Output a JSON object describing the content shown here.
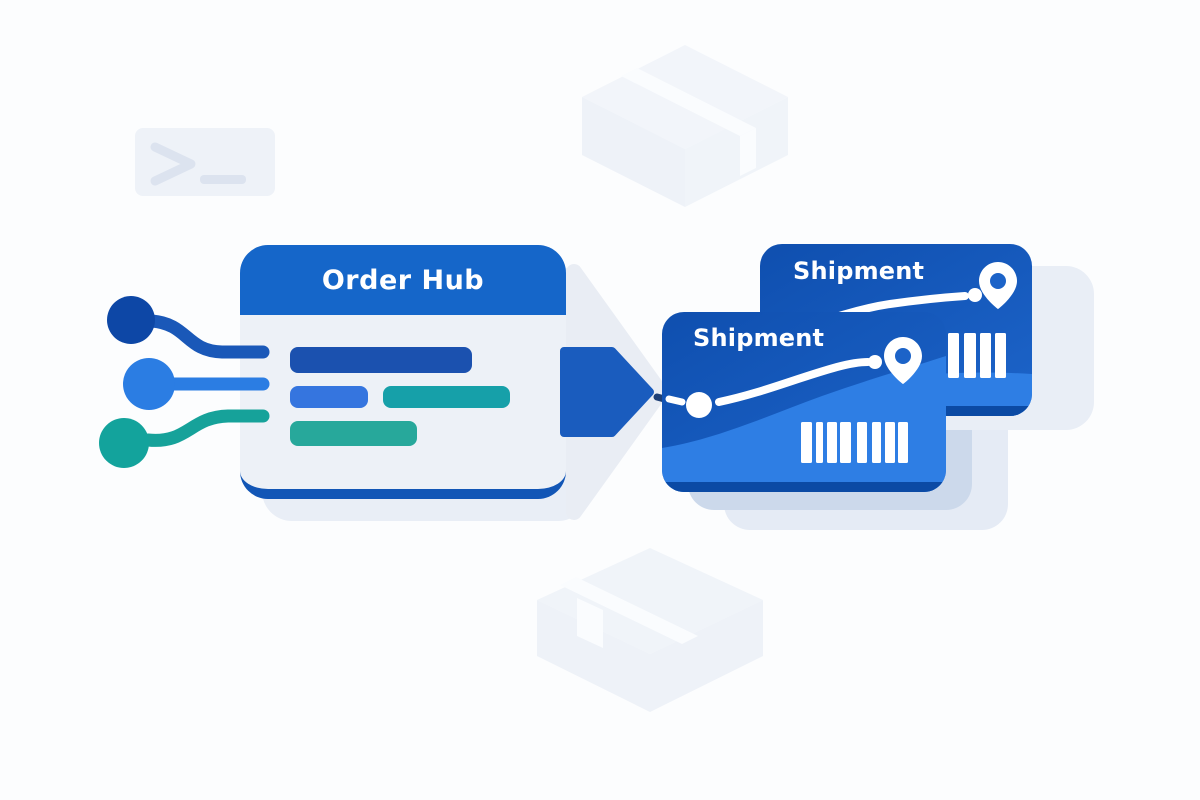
{
  "illustration": {
    "description": "Order Hub to Shipment flow illustration",
    "order_hub": {
      "title": "Order Hub",
      "rows": [
        {
          "bars": [
            {
              "color_key": "bar_dark_blue",
              "width": 182
            }
          ]
        },
        {
          "bars": [
            {
              "color_key": "bar_blue",
              "width": 78
            },
            {
              "color_key": "bar_teal",
              "width": 127
            }
          ]
        },
        {
          "bars": [
            {
              "color_key": "bar_teal_2",
              "width": 127
            }
          ]
        }
      ]
    },
    "shipment_cards": [
      {
        "title": "Shipment",
        "position": "front",
        "icons": [
          "route-icon",
          "location-pin-icon",
          "barcode-icon"
        ]
      },
      {
        "title": "Shipment",
        "position": "back",
        "icons": [
          "route-icon",
          "location-pin-icon",
          "barcode-icon"
        ]
      }
    ],
    "input_nodes": [
      {
        "color": "#0d47a6"
      },
      {
        "color": "#2b7de3"
      },
      {
        "color": "#13a39c"
      }
    ],
    "background_icons": [
      "terminal-icon",
      "package-box-icon",
      "package-box-icon"
    ]
  },
  "palette": {
    "background": "#fcfdfe",
    "header_blue": "#1566c9",
    "card_body": "#edf1f7",
    "card_edge_blue": "#1256b6",
    "bar_dark_blue": "#1b51af",
    "bar_blue": "#3575df",
    "bar_teal": "#16a0a9",
    "bar_teal_2": "#27a89b",
    "node_dark_blue": "#0d47a6",
    "node_blue": "#2b7de3",
    "node_teal": "#13a39c",
    "line_blue_1": "#1a58b8",
    "line_blue_2": "#2b7de3",
    "line_teal": "#16a29a",
    "arrow_blue": "#1a5cbe",
    "chevron_gray": "#e9edf4",
    "route_navy": "#1e4077",
    "shipment_dark": "#0f4faf",
    "shipment_mid": "#1c63c8",
    "shipment_light": "#2e7ee4",
    "card_edge_dark": "#0b4aa4",
    "shadow_mid": "#ccd9eb",
    "shadow_light": "#e5ebf5",
    "shadow_back": "#e9eef6",
    "faint_shape": "#f2f5fa",
    "faint_shape_2": "#eef2f8",
    "faint_shape_3": "#f0f4f9",
    "faint_tape": "#fafcfe",
    "faint_glyph": "#dce3ef",
    "white": "#ffffff"
  }
}
